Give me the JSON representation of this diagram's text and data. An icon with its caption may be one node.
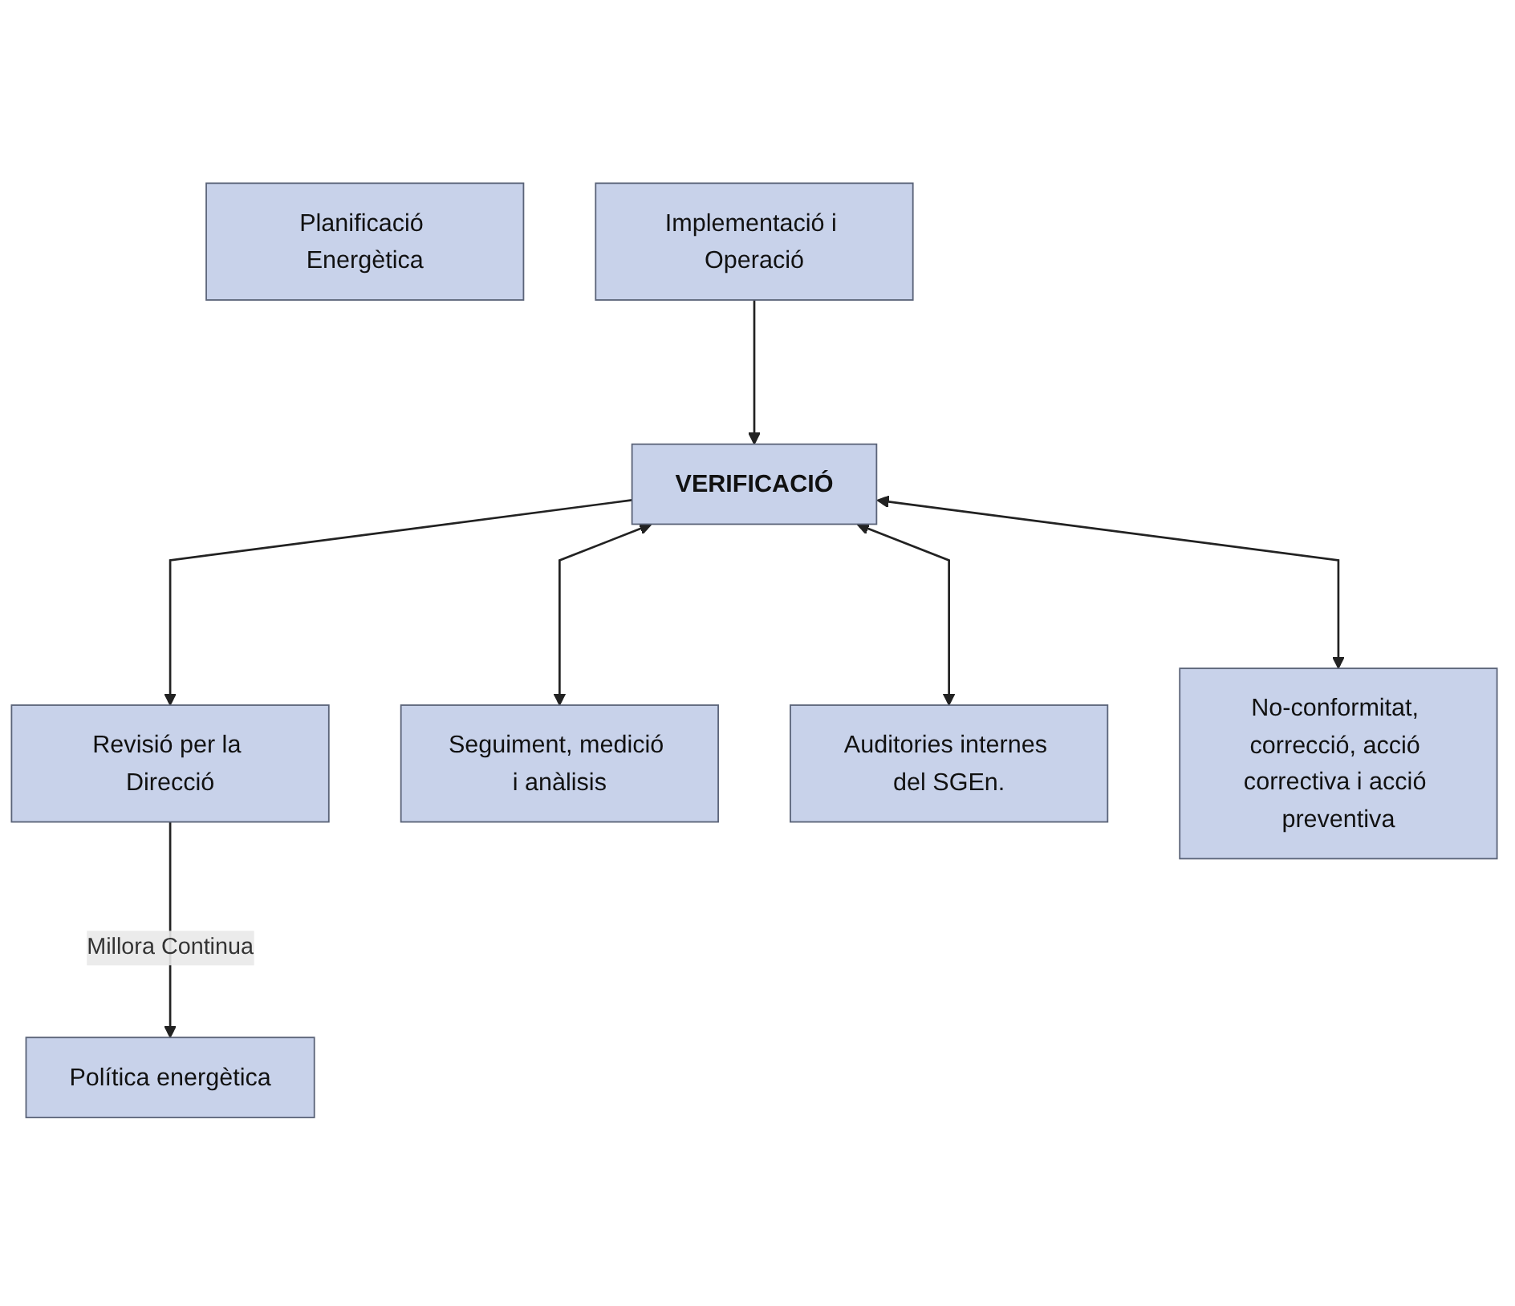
{
  "diagram": {
    "nodes": [
      {
        "text": [
          "Política energètica"
        ]
      },
      {
        "text": [
          "Revisió per la Direcció"
        ]
      },
      {
        "text": [
          "Planificació Energètica"
        ]
      },
      {
        "text": [
          "Implementació i Operació"
        ]
      },
      {
        "text": [
          "Seguiment, medició i anàlisis"
        ]
      },
      {
        "text": [
          "VERIFICACIÓ"
        ]
      },
      {
        "text": [
          "Auditories internes del SGEn."
        ]
      },
      {
        "text": [
          "No-conformitat, correcció, acció correctiva i acció preventiva"
        ]
      }
    ],
    "edges": [
      {
        "from": 1,
        "to": 0,
        "arrow": "to",
        "label": "Millora Continua"
      },
      {
        "from": 3,
        "to": 5,
        "arrow": "to"
      },
      {
        "from": 5,
        "to": 1,
        "arrow": "to"
      },
      {
        "from": 5,
        "to": 4,
        "arrow": "both"
      },
      {
        "from": 5,
        "to": 7,
        "arrow": "both"
      },
      {
        "from": 5,
        "to": 6,
        "arrow": "both"
      }
    ]
  }
}
